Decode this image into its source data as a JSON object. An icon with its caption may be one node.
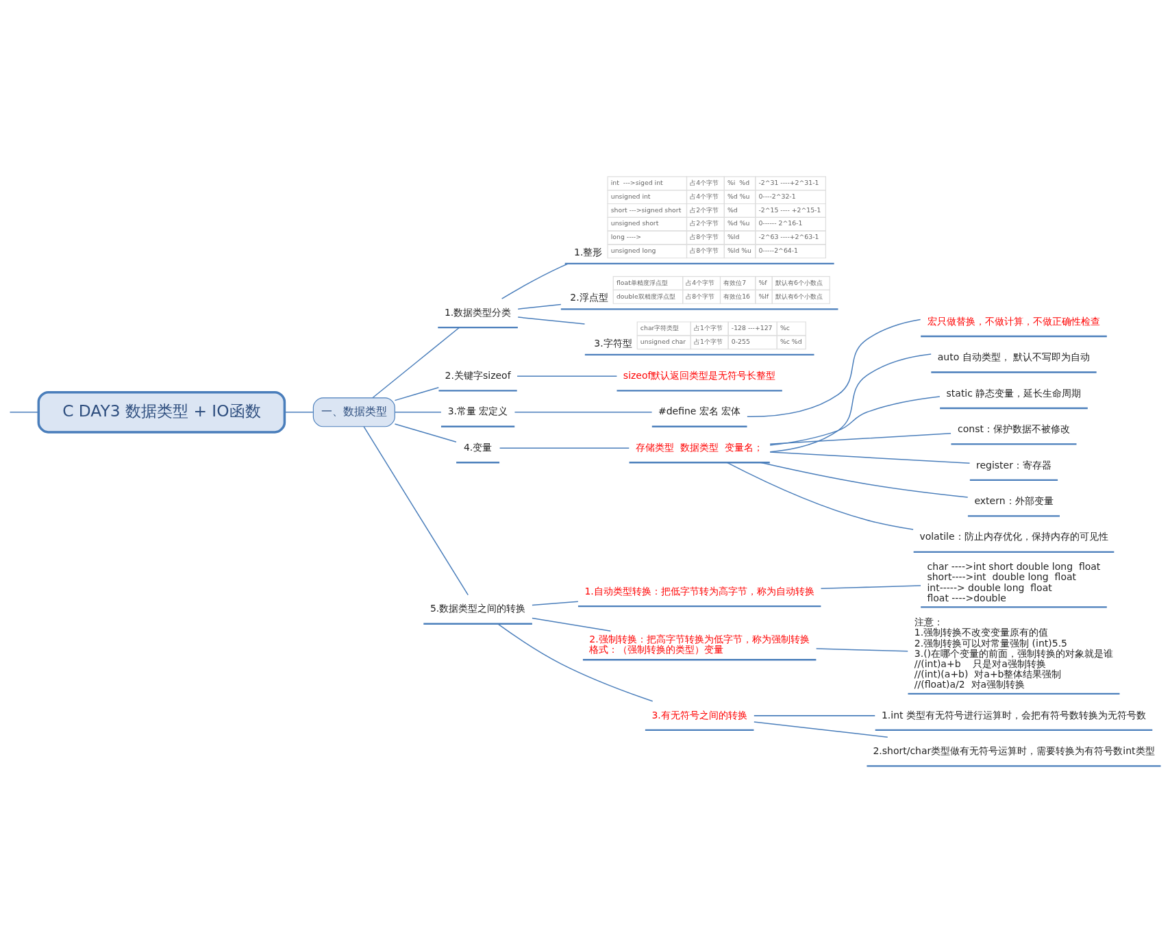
{
  "diagram": {
    "nodes": [
      {
        "text": [
          "C DAY3 数据类型 + IO函数"
        ]
      },
      {
        "text": [
          "一、数据类型"
        ]
      },
      {
        "text": [
          "1.数据类型分类"
        ]
      },
      {
        "text": [
          "1.整形",
          "int  --->siged int",
          "占4个字节",
          "%i  %d",
          "-2^31 ----+2^31-1",
          "unsigned int",
          "占4个字节",
          "%d %u",
          "0----2^32-1",
          "short --->signed short",
          "占2个字节",
          "%d",
          "-2^15 ---- +2^15-1",
          "unsigned short",
          "占2个字节",
          "%d %u",
          "0------ 2^16-1",
          "long ---->",
          "占8个字节",
          "%ld",
          "-2^63 ----+2^63-1",
          "unsigned long",
          "占8个字节",
          "%ld %u",
          "0-----2^64-1"
        ]
      },
      {
        "text": [
          "2.浮点型",
          "float单精度浮点型",
          "占4个字节",
          "有效位7",
          "%f",
          "默认有6个小数点",
          "double双精度浮点型",
          "占8个字节",
          "有效位16",
          "%lf",
          "默认有6个小数点"
        ]
      },
      {
        "text": [
          "3.字符型",
          "char字符类型",
          "占1个字节",
          "-128 ---+127",
          "%c",
          "unsigned char",
          "占1个字节",
          "0-255",
          "%c %d"
        ]
      },
      {
        "text": [
          "2.关键字sizeof"
        ]
      },
      {
        "text": [
          "sizeof默认返回类型是无符号长整型"
        ]
      },
      {
        "text": [
          "3.常量 宏定义"
        ]
      },
      {
        "text": [
          "#define 宏名 宏体"
        ]
      },
      {
        "text": [
          "宏只做替换，不做计算，不做正确性检查"
        ]
      },
      {
        "text": [
          "4.变量"
        ]
      },
      {
        "text": [
          "存储类型  数据类型  变量名；"
        ]
      },
      {
        "text": [
          "auto 自动类型， 默认不写即为自动"
        ]
      },
      {
        "text": [
          "static 静态变量，延长生命周期"
        ]
      },
      {
        "text": [
          "const：保护数据不被修改"
        ]
      },
      {
        "text": [
          "register：寄存器"
        ]
      },
      {
        "text": [
          "extern：外部变量"
        ]
      },
      {
        "text": [
          "volatile：防止内存优化，保持内存的可见性"
        ]
      },
      {
        "text": [
          "5.数据类型之间的转换"
        ]
      },
      {
        "text": [
          "1.自动类型转换：把低字节转为高字节，称为自动转换"
        ]
      },
      {
        "text": [
          "char ---->int short double long  float",
          "short---->int  double long  float",
          "int-----> double long  float",
          "float ---->double"
        ]
      },
      {
        "text": [
          "2.强制转换：把高字节转换为低字节，称为强制转换",
          "格式：（强制转换的类型）变量"
        ]
      },
      {
        "text": [
          "注意：",
          "1.强制转换不改变变量原有的值",
          "2.强制转换可以对常量强制 (int)5.5",
          "3.()在哪个变量的前面，强制转换的对象就是谁",
          "//(int)a+b    只是对a强制转换",
          "//(int)(a+b)  对a+b整体结果强制",
          "//(float)a/2  对a强制转换"
        ]
      },
      {
        "text": [
          "3.有无符号之间的转换"
        ]
      },
      {
        "text": [
          "1.int 类型有无符号进行运算时，会把有符号数转换为无符号数"
        ]
      },
      {
        "text": [
          "2.short/char类型做有无符号运算时，需要转换为有符号数int类型"
        ]
      }
    ],
    "edges": [
      {
        "from": null,
        "to": 0,
        "arrow": "none"
      },
      {
        "from": 0,
        "to": 1,
        "arrow": "none"
      },
      {
        "from": 1,
        "to": 2,
        "arrow": "none"
      },
      {
        "from": 2,
        "to": 3,
        "arrow": "none"
      },
      {
        "from": 2,
        "to": 4,
        "arrow": "none"
      },
      {
        "from": 2,
        "to": 5,
        "arrow": "none"
      },
      {
        "from": 1,
        "to": 6,
        "arrow": "none"
      },
      {
        "from": 6,
        "to": 7,
        "arrow": "none"
      },
      {
        "from": 1,
        "to": 8,
        "arrow": "none"
      },
      {
        "from": 8,
        "to": 9,
        "arrow": "none"
      },
      {
        "from": 9,
        "to": 10,
        "arrow": "none"
      },
      {
        "from": 1,
        "to": 11,
        "arrow": "none"
      },
      {
        "from": 11,
        "to": 12,
        "arrow": "none"
      },
      {
        "from": 12,
        "to": 13,
        "arrow": "none"
      },
      {
        "from": 12,
        "to": 14,
        "arrow": "none"
      },
      {
        "from": 12,
        "to": 15,
        "arrow": "none"
      },
      {
        "from": 12,
        "to": 16,
        "arrow": "none"
      },
      {
        "from": 12,
        "to": 17,
        "arrow": "none"
      },
      {
        "from": 12,
        "to": 18,
        "arrow": "none"
      },
      {
        "from": 1,
        "to": 19,
        "arrow": "none"
      },
      {
        "from": 19,
        "to": 20,
        "arrow": "none"
      },
      {
        "from": 20,
        "to": 21,
        "arrow": "none"
      },
      {
        "from": 19,
        "to": 22,
        "arrow": "none"
      },
      {
        "from": 22,
        "to": 23,
        "arrow": "none"
      },
      {
        "from": 19,
        "to": 24,
        "arrow": "none"
      },
      {
        "from": 24,
        "to": 25,
        "arrow": "none"
      },
      {
        "from": 24,
        "to": 26,
        "arrow": "none"
      }
    ]
  }
}
